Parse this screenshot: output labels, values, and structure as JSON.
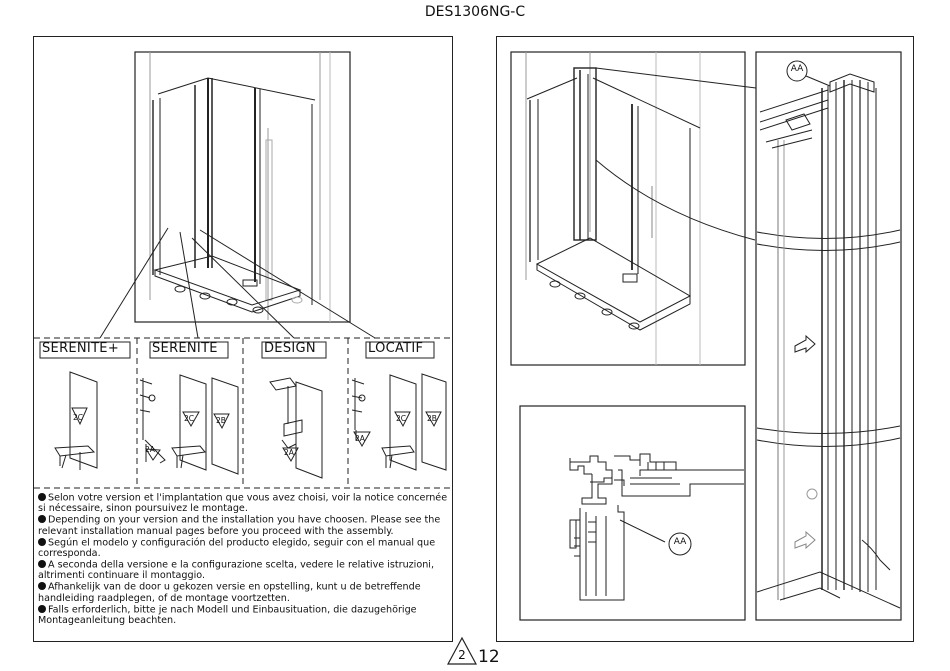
{
  "document": {
    "code": "DES1306NG-C"
  },
  "versions": [
    {
      "label": "SERENITE+",
      "parts": [
        "2C"
      ]
    },
    {
      "label": "SERENITE",
      "parts": [
        "2A",
        "2C",
        "2B"
      ]
    },
    {
      "label": "DESIGN",
      "parts": [
        "2A"
      ]
    },
    {
      "label": "LOCATIF",
      "parts": [
        "2A",
        "2C",
        "2B"
      ]
    }
  ],
  "instructions": [
    "Selon votre version et l'implantation que vous avez choisi, voir la notice concernée si nécessaire, sinon poursuivez le montage.",
    "Depending on your version and the installation you have choosen. Please see the relevant installation manual pages before you proceed with the assembly.",
    "Según el modelo y configuración del producto elegido, seguir con el manual que corresponda.",
    "A seconda della versione e la configurazione scelta, vedere le relative istruzioni, altrimenti continuare il montaggio.",
    "Afhankelijk van de door u gekozen versie en opstelling, kunt u de betreffende handleiding raadplegen, of de montage voortzetten.",
    "Falls erforderlich, bitte je nach Modell und Einbausituation, die dazugehörige Montageanleitung beachten."
  ],
  "callouts": {
    "detail_top": "AA",
    "detail_section": "AA"
  },
  "footer": {
    "badge": "2",
    "page": "12"
  },
  "icons": [
    "warning-triangle-icon",
    "arrow-right-icon"
  ]
}
